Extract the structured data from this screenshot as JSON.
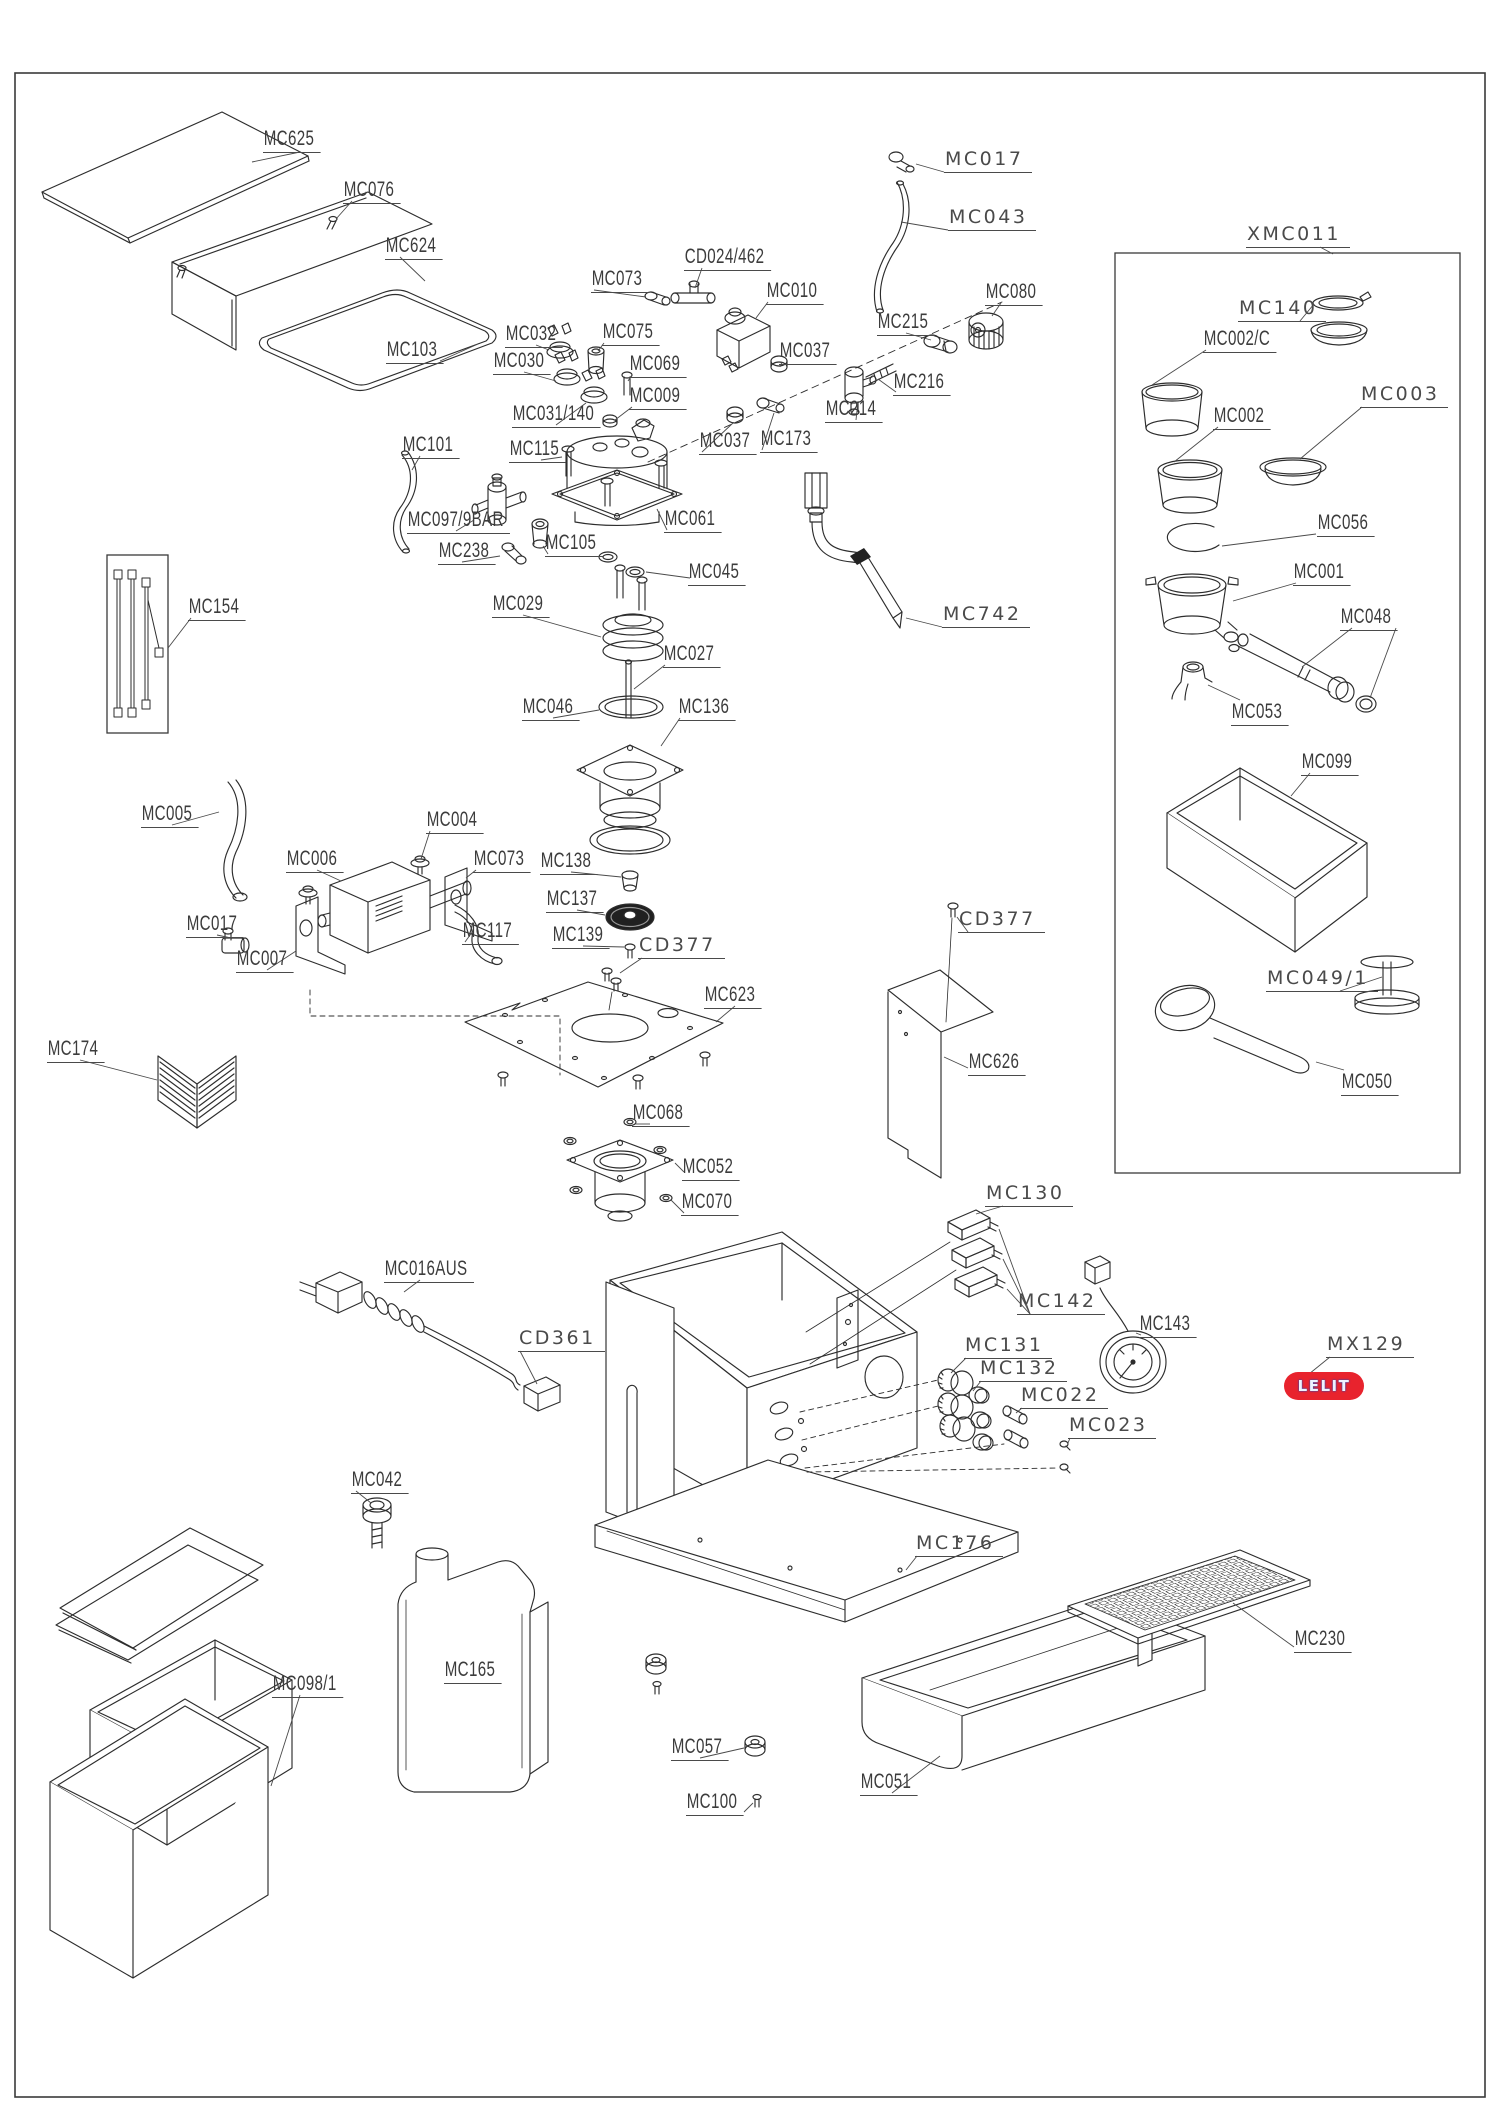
{
  "document": {
    "type": "exploded-parts-diagram",
    "product": "espresso machine"
  },
  "brand": {
    "name": "LELIT",
    "logo_part": "MX129",
    "logo_color": "#e8232d"
  },
  "parts": [
    {
      "id": "MC625"
    },
    {
      "id": "MC076"
    },
    {
      "id": "MC624"
    },
    {
      "id": "MC103"
    },
    {
      "id": "MC101"
    },
    {
      "id": "MC073"
    },
    {
      "id": "CD024/462"
    },
    {
      "id": "MC010"
    },
    {
      "id": "MC017"
    },
    {
      "id": "MC043"
    },
    {
      "id": "MC032"
    },
    {
      "id": "MC030"
    },
    {
      "id": "MC075"
    },
    {
      "id": "MC069"
    },
    {
      "id": "MC009"
    },
    {
      "id": "MC031/140"
    },
    {
      "id": "MC115"
    },
    {
      "id": "MC037"
    },
    {
      "id": "MC215"
    },
    {
      "id": "MC216"
    },
    {
      "id": "MC080"
    },
    {
      "id": "MC214"
    },
    {
      "id": "MC173"
    },
    {
      "id": "MC037"
    },
    {
      "id": "MC061"
    },
    {
      "id": "MC097/9BAR"
    },
    {
      "id": "MC238"
    },
    {
      "id": "MC105"
    },
    {
      "id": "MC045"
    },
    {
      "id": "MC029"
    },
    {
      "id": "MC027"
    },
    {
      "id": "MC046"
    },
    {
      "id": "MC136"
    },
    {
      "id": "MC742"
    },
    {
      "id": "MC154"
    },
    {
      "id": "XMC011"
    },
    {
      "id": "MC140"
    },
    {
      "id": "MC002/C"
    },
    {
      "id": "MC002"
    },
    {
      "id": "MC003"
    },
    {
      "id": "MC056"
    },
    {
      "id": "MC001"
    },
    {
      "id": "MC048"
    },
    {
      "id": "MC053"
    },
    {
      "id": "MC099"
    },
    {
      "id": "MC049/1"
    },
    {
      "id": "MC050"
    },
    {
      "id": "MC005"
    },
    {
      "id": "MC006"
    },
    {
      "id": "MC004"
    },
    {
      "id": "MC073"
    },
    {
      "id": "MC017"
    },
    {
      "id": "MC007"
    },
    {
      "id": "MC117"
    },
    {
      "id": "MC138"
    },
    {
      "id": "MC137"
    },
    {
      "id": "MC139"
    },
    {
      "id": "CD377"
    },
    {
      "id": "MC623"
    },
    {
      "id": "MC174"
    },
    {
      "id": "MC068"
    },
    {
      "id": "MC052"
    },
    {
      "id": "MC070"
    },
    {
      "id": "CD377"
    },
    {
      "id": "MC626"
    },
    {
      "id": "MC130"
    },
    {
      "id": "MC142"
    },
    {
      "id": "MC143"
    },
    {
      "id": "MC131"
    },
    {
      "id": "MC132"
    },
    {
      "id": "MC022"
    },
    {
      "id": "MC023"
    },
    {
      "id": "MX129"
    },
    {
      "id": "MC016AUS"
    },
    {
      "id": "CD361"
    },
    {
      "id": "MC042"
    },
    {
      "id": "MC165"
    },
    {
      "id": "MC098/1"
    },
    {
      "id": "MC176"
    },
    {
      "id": "MC057"
    },
    {
      "id": "MC100"
    },
    {
      "id": "MC051"
    },
    {
      "id": "MC230"
    }
  ]
}
